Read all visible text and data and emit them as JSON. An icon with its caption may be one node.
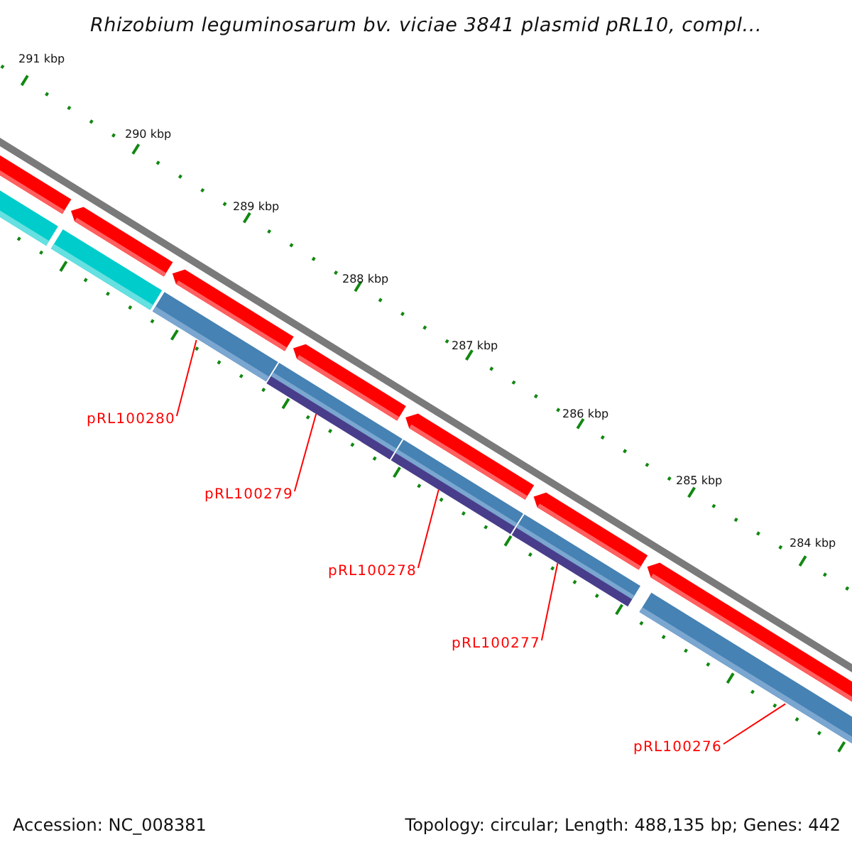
{
  "diagram": {
    "title": "Rhizobium leguminosarum bv. viciae 3841 plasmid pRL10, compl...",
    "nodes": [
      {
        "text": [
          "pRL100280"
        ]
      },
      {
        "text": [
          "pRL100279"
        ]
      },
      {
        "text": [
          "pRL100278"
        ]
      },
      {
        "text": [
          "pRL100277"
        ]
      },
      {
        "text": [
          "pRL100276"
        ]
      },
      {
        "text": [],
        "shape": "bar"
      },
      {
        "text": [],
        "shape": "bar"
      },
      {
        "text": [],
        "shape": "bar"
      },
      {
        "text": [],
        "shape": "bar"
      },
      {
        "text": [],
        "shape": "bar"
      }
    ],
    "edges": [
      {
        "from": 0,
        "to": 5,
        "arrow": "none"
      },
      {
        "from": 1,
        "to": 6,
        "arrow": "none"
      },
      {
        "from": 2,
        "to": 7,
        "arrow": "none"
      },
      {
        "from": 3,
        "to": 8,
        "arrow": "none"
      },
      {
        "from": 4,
        "to": 9,
        "arrow": "none"
      }
    ],
    "labels": [
      "291 kbp",
      "290 kbp",
      "289 kbp",
      "288 kbp",
      "287 kbp",
      "286 kbp",
      "285 kbp",
      "284 kbp",
      "Accession: NC_008381",
      "Topology: circular; Length: 488,135 bp; Genes: 442"
    ]
  }
}
